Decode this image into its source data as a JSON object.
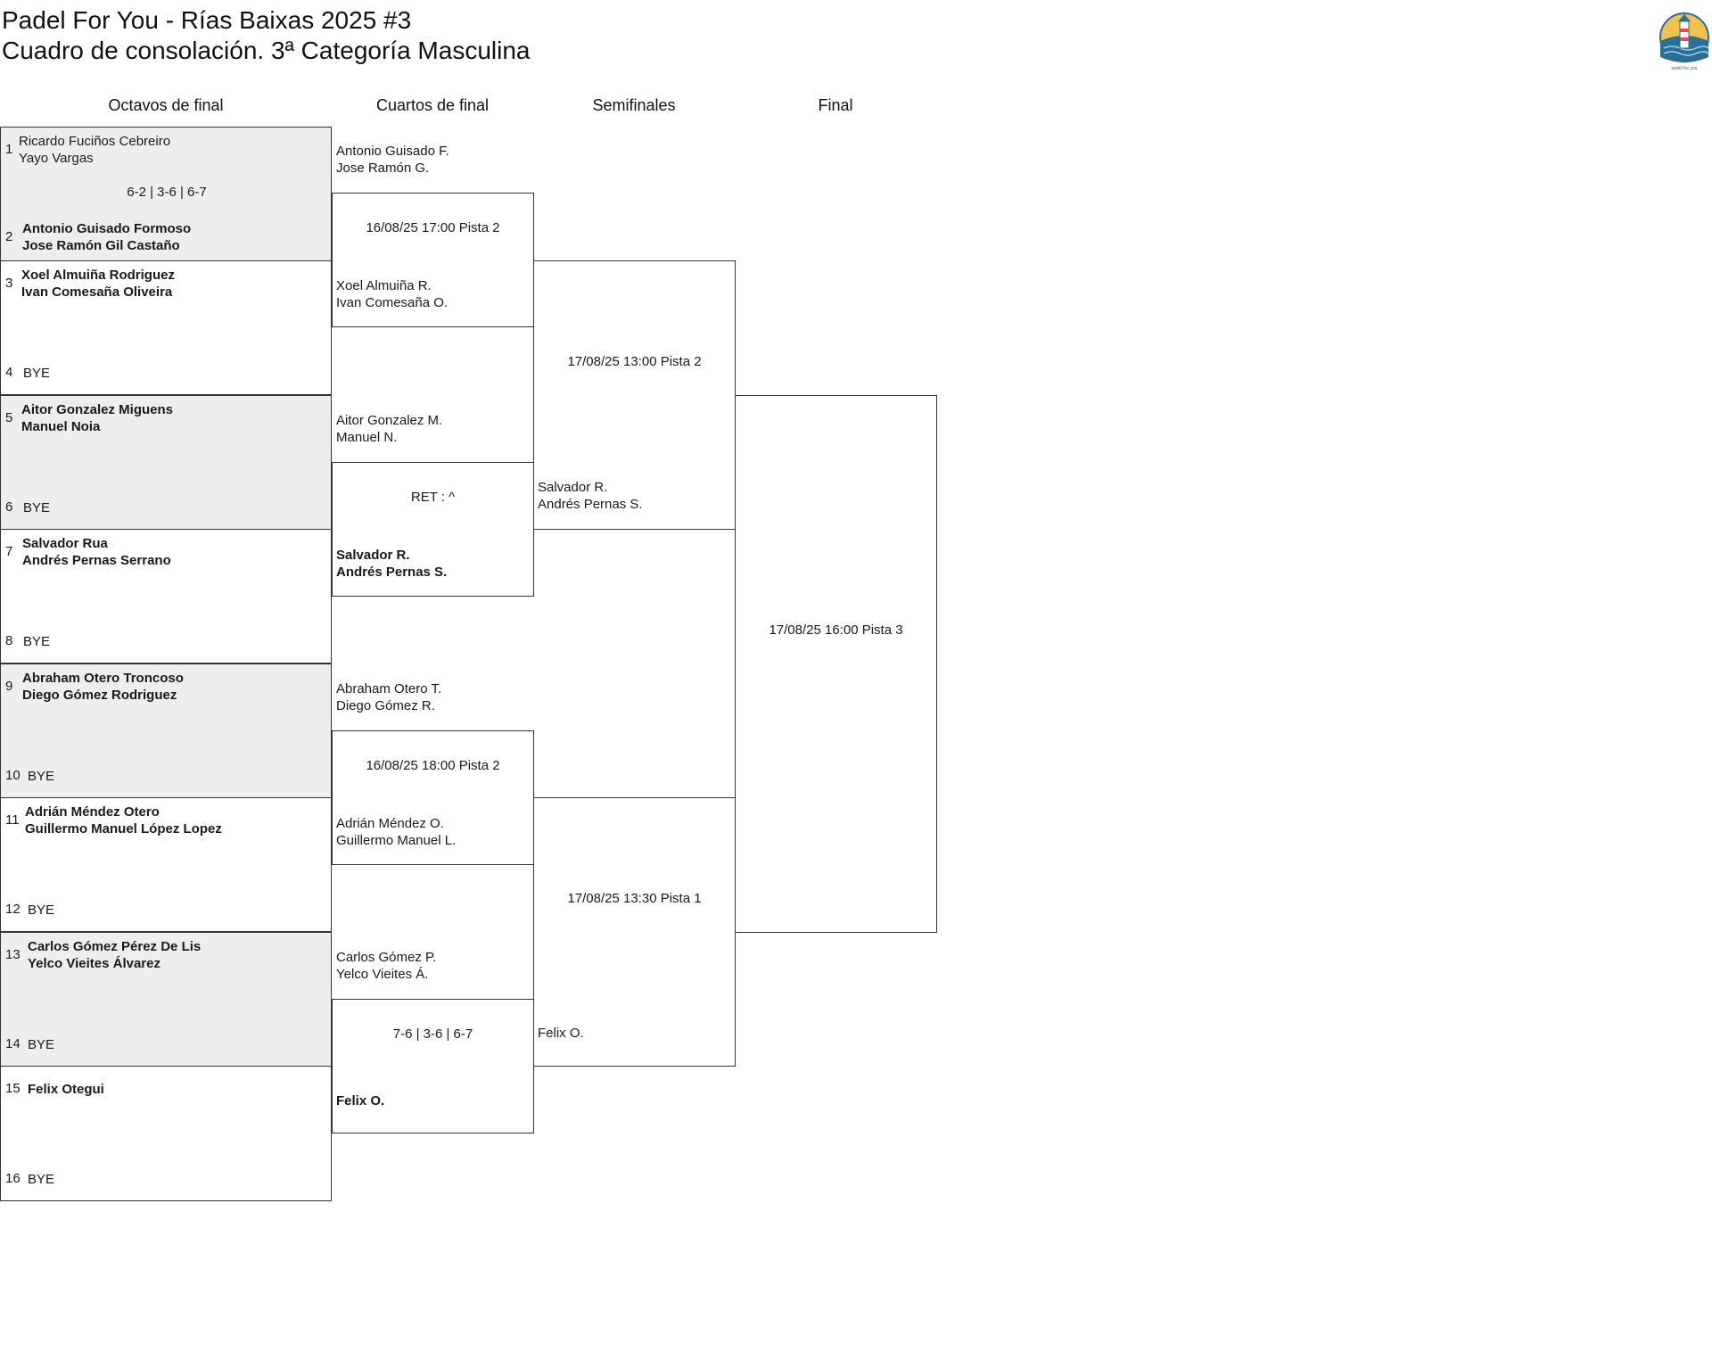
{
  "header": {
    "title": "Padel For You - Rías Baixas 2025 #3",
    "subtitle": "Cuadro de consolación. 3ª Categoría Masculina",
    "logo_text": "padel for you",
    "logo_icon": "lighthouse-logo-icon"
  },
  "rounds": [
    "Octavos de final",
    "Cuartos de final",
    "Semifinales",
    "Final"
  ],
  "octavos": [
    {
      "top_seed": "1",
      "top_p1": "Ricardo Fuciños Cebreiro",
      "top_p2": "Yayo Vargas",
      "bottom_seed": "2",
      "bottom_p1": "Antonio Guisado Formoso",
      "bottom_p2": "Jose Ramón Gil Castaño",
      "note": "6-2 | 3-6 | 6-7"
    },
    {
      "top_seed": "3",
      "top_p1": "Xoel Almuiña Rodriguez",
      "top_p2": "Ivan Comesaña Oliveira",
      "bottom_seed": "4",
      "bottom_p1": "BYE",
      "bottom_p2": ""
    },
    {
      "top_seed": "5",
      "top_p1": "Aitor Gonzalez Miguens",
      "top_p2": "Manuel Noia",
      "bottom_seed": "6",
      "bottom_p1": "BYE",
      "bottom_p2": ""
    },
    {
      "top_seed": "7",
      "top_p1": "Salvador Rua",
      "top_p2": "Andrés Pernas Serrano",
      "bottom_seed": "8",
      "bottom_p1": "BYE",
      "bottom_p2": ""
    },
    {
      "top_seed": "9",
      "top_p1": "Abraham Otero Troncoso",
      "top_p2": "Diego Gómez Rodriguez",
      "bottom_seed": "10",
      "bottom_p1": "BYE",
      "bottom_p2": ""
    },
    {
      "top_seed": "11",
      "top_p1": "Adrián Méndez Otero",
      "top_p2": "Guillermo Manuel López Lopez",
      "bottom_seed": "12",
      "bottom_p1": "BYE",
      "bottom_p2": ""
    },
    {
      "top_seed": "13",
      "top_p1": "Carlos Gómez Pérez De Lis",
      "top_p2": "Yelco Vieites Álvarez",
      "bottom_seed": "14",
      "bottom_p1": "BYE",
      "bottom_p2": ""
    },
    {
      "top_seed": "15",
      "top_p1": "Felix Otegui",
      "top_p2": "",
      "bottom_seed": "16",
      "bottom_p1": "BYE",
      "bottom_p2": ""
    }
  ],
  "cuartos": [
    {
      "top_p1": "Antonio Guisado F.",
      "top_p2": "Jose Ramón G.",
      "note": "16/08/25 17:00 Pista 2",
      "bottom_p1": "Xoel Almuiña R.",
      "bottom_p2": "Ivan Comesaña O."
    },
    {
      "top_p1": "Aitor Gonzalez M.",
      "top_p2": "Manuel N.",
      "note": "RET : ^",
      "bottom_p1": "Salvador R.",
      "bottom_p2": "Andrés Pernas S."
    },
    {
      "top_p1": "Abraham Otero T.",
      "top_p2": "Diego Gómez R.",
      "note": "16/08/25 18:00 Pista 2",
      "bottom_p1": "Adrián Méndez O.",
      "bottom_p2": "Guillermo Manuel L."
    },
    {
      "top_p1": "Carlos Gómez P.",
      "top_p2": "Yelco Vieites Á.",
      "note": "7-6 | 3-6 | 6-7",
      "bottom_p1": "Felix O.",
      "bottom_p2": ""
    }
  ],
  "semis": [
    {
      "note": "17/08/25 13:00 Pista 2",
      "bottom_p1": "Salvador R.",
      "bottom_p2": "Andrés Pernas S."
    },
    {
      "note": "17/08/25 13:30 Pista 1",
      "bottom_p1": "Felix O.",
      "bottom_p2": ""
    }
  ],
  "final": {
    "note": "17/08/25 16:00 Pista 3"
  }
}
